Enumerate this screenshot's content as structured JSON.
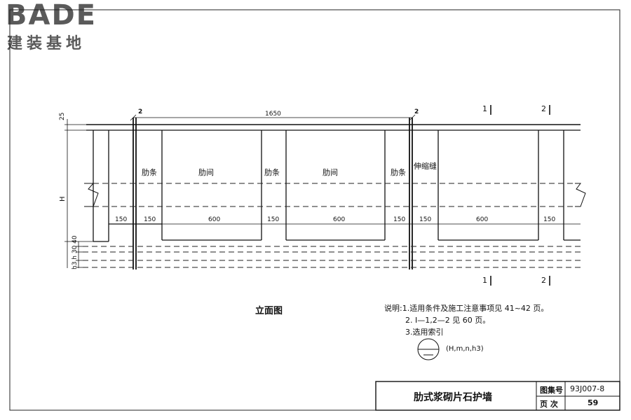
{
  "logo": {
    "brand": "BADE",
    "subtitle": "建装基地"
  },
  "elevation": {
    "title": "立面图",
    "labels": {
      "rib1": "肋条",
      "bay1": "肋间",
      "rib2": "肋条",
      "bay2": "肋间",
      "rib3": "肋条",
      "joint": "伸缩缝"
    },
    "dims": {
      "top_span": "1650",
      "cap": "25",
      "height": "H",
      "seg1": "150",
      "seg2": "150",
      "seg3": "600",
      "seg4": "150",
      "seg5": "600",
      "seg6": "150",
      "seg7": "150",
      "seg8": "600",
      "seg9": "150",
      "left_stack": "h3 h 30 40"
    },
    "sections": {
      "top_left_2": "2",
      "top_right_2": "2",
      "cut1_top": "1",
      "cut2_top": "2",
      "cut1_bottom": "1",
      "cut2_bottom": "2"
    }
  },
  "notes": {
    "line1": "说明:1.适用条件及施工注意事项见 41~42 页。",
    "line2": "2. I—1,2—2 见 60 页。",
    "line3": "3.选用索引",
    "index_params": "(H,m,n,h3)"
  },
  "title_block": {
    "drawing_title": "肋式浆砌片石护墙",
    "atlas_label": "图集号",
    "atlas_no": "93J007-8",
    "page_label": "页  次",
    "page_no": "59"
  }
}
